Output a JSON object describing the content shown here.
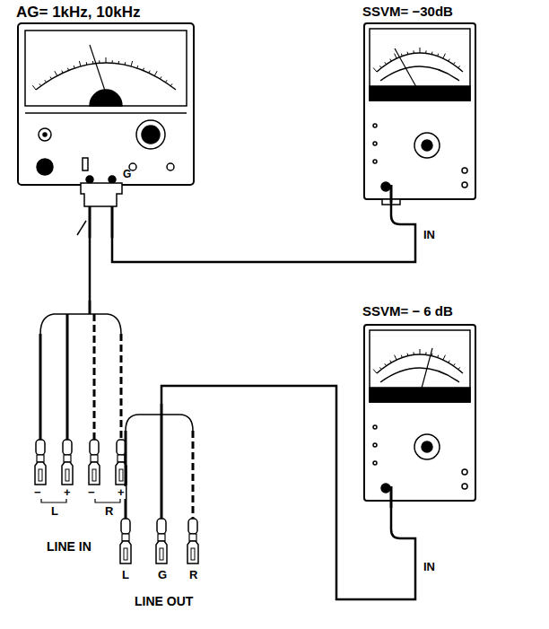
{
  "diagram": {
    "nodes": [
      {
        "text": [
          "AG= 1kHz, 10kHz",
          "G"
        ]
      },
      {
        "text": [
          "SSVM= −30dB",
          "IN"
        ]
      },
      {
        "text": [
          "LINE IN"
        ]
      },
      {
        "text": [
          "LINE OUT"
        ]
      },
      {
        "text": [
          "SSVM= − 6 dB",
          "IN"
        ]
      }
    ],
    "edges": [
      {
        "from": 0,
        "to": 1,
        "arrow": "none"
      },
      {
        "from": 0,
        "to": 2,
        "arrow": "none"
      },
      {
        "from": 3,
        "to": 4,
        "arrow": "none"
      }
    ],
    "labels": [
      "−",
      "+",
      "L",
      "−",
      "+",
      "R",
      "L",
      "G",
      "R"
    ]
  }
}
